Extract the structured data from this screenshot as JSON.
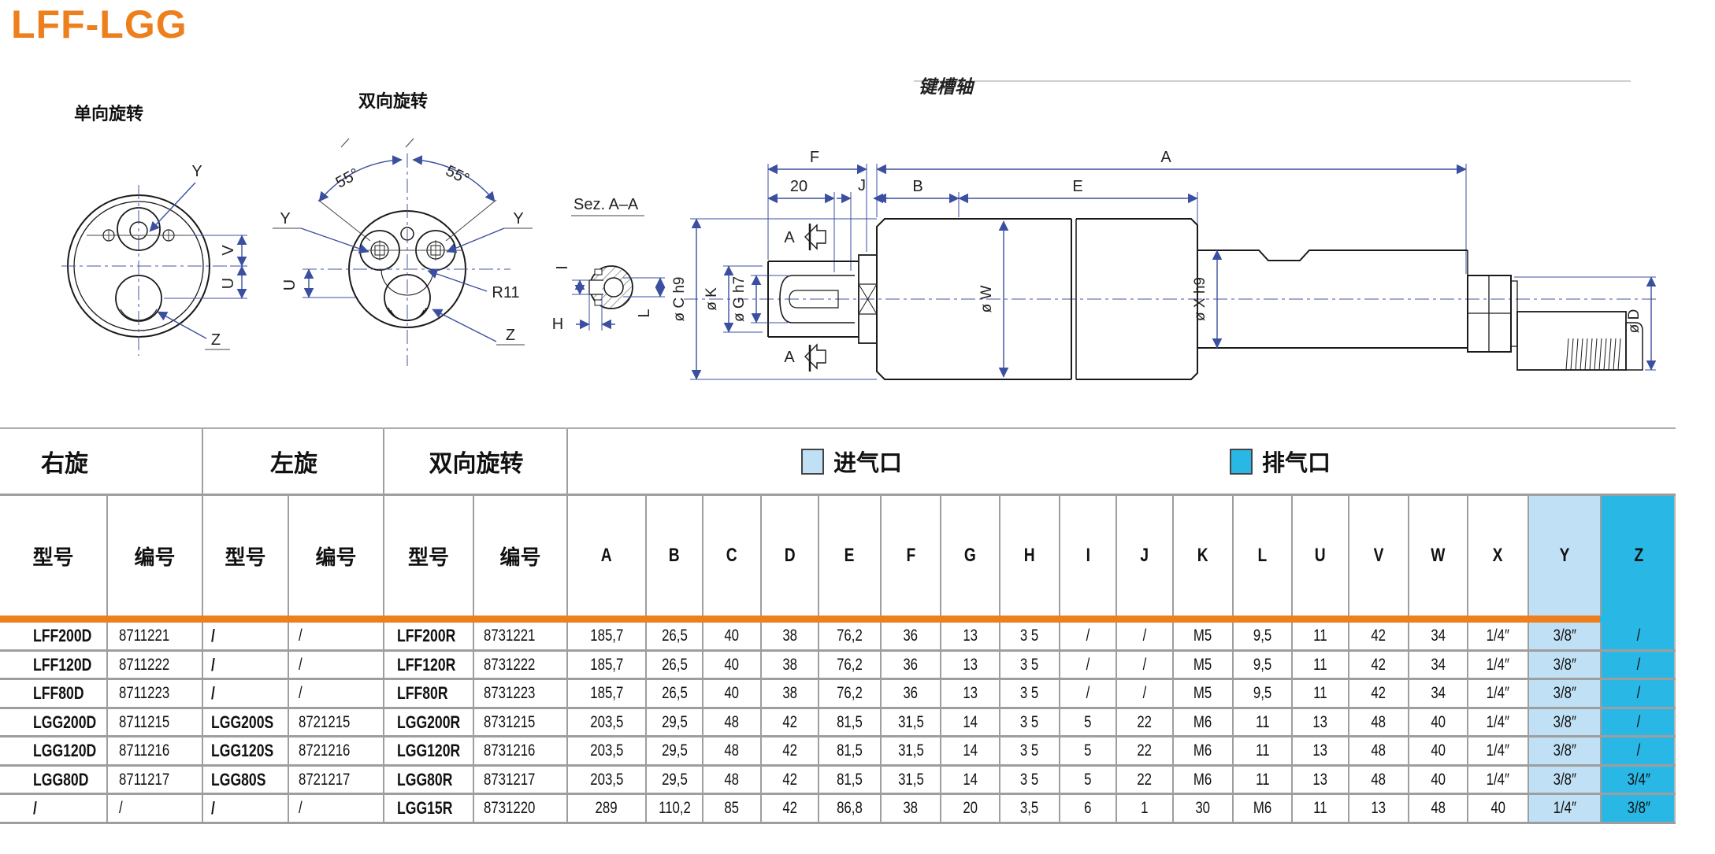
{
  "page": {
    "title": "LFF-LGG"
  },
  "drawings": {
    "single": {
      "title": "单向旋转",
      "y": "Y",
      "v": "V",
      "u": "U",
      "z": "Z"
    },
    "double": {
      "title": "双向旋转",
      "angle_left": "55°",
      "angle_right": "55°",
      "y_left": "Y",
      "y_right": "Y",
      "r11": "R11",
      "z": "Z",
      "u": "U"
    },
    "section": {
      "title": "Sez. A–A",
      "i": "I",
      "h": "H",
      "l": "L"
    },
    "side": {
      "title": "键槽轴",
      "dim_f": "F",
      "dim_20": "20",
      "dim_j": "J",
      "dim_b": "B",
      "dim_e": "E",
      "dim_a": "A",
      "dia_c": "ø C h9",
      "dia_k": "ø K",
      "dia_g": "ø G h7",
      "dia_w": "ø W",
      "dia_x": "ø X h9",
      "dia_d": "ø D",
      "section_mark_top": "A",
      "section_mark_bottom": "A"
    }
  },
  "legend": {
    "inlet_label": "进气口",
    "inlet_color": "#bfe0f5",
    "outlet_label": "排气口",
    "outlet_color": "#29b8e6"
  },
  "table": {
    "groups": [
      "右旋",
      "左旋",
      "双向旋转"
    ],
    "columns": [
      "型号",
      "编号",
      "型号",
      "编号",
      "型号",
      "编号",
      "A",
      "B",
      "C",
      "D",
      "E",
      "F",
      "G",
      "H",
      "I",
      "J",
      "K",
      "L",
      "U",
      "V",
      "W",
      "X",
      "Y",
      "Z"
    ],
    "rows": [
      [
        "LFF200D",
        "8711221",
        "/",
        "/",
        "LFF200R",
        "8731221",
        "185,7",
        "26,5",
        "40",
        "38",
        "76,2",
        "36",
        "13",
        "3 5",
        "/",
        "/",
        "M5",
        "9,5",
        "11",
        "42",
        "34",
        "1/4″",
        "3/8″",
        "/"
      ],
      [
        "LFF120D",
        "8711222",
        "/",
        "/",
        "LFF120R",
        "8731222",
        "185,7",
        "26,5",
        "40",
        "38",
        "76,2",
        "36",
        "13",
        "3 5",
        "/",
        "/",
        "M5",
        "9,5",
        "11",
        "42",
        "34",
        "1/4″",
        "3/8″",
        "/"
      ],
      [
        "LFF80D",
        "8711223",
        "/",
        "/",
        "LFF80R",
        "8731223",
        "185,7",
        "26,5",
        "40",
        "38",
        "76,2",
        "36",
        "13",
        "3 5",
        "/",
        "/",
        "M5",
        "9,5",
        "11",
        "42",
        "34",
        "1/4″",
        "3/8″",
        "/"
      ],
      [
        "LGG200D",
        "8711215",
        "LGG200S",
        "8721215",
        "LGG200R",
        "8731215",
        "203,5",
        "29,5",
        "48",
        "42",
        "81,5",
        "31,5",
        "14",
        "3 5",
        "5",
        "22",
        "M6",
        "11",
        "13",
        "48",
        "40",
        "1/4″",
        "3/8″",
        "/"
      ],
      [
        "LGG120D",
        "8711216",
        "LGG120S",
        "8721216",
        "LGG120R",
        "8731216",
        "203,5",
        "29,5",
        "48",
        "42",
        "81,5",
        "31,5",
        "14",
        "3 5",
        "5",
        "22",
        "M6",
        "11",
        "13",
        "48",
        "40",
        "1/4″",
        "3/8″",
        "/"
      ],
      [
        "LGG80D",
        "8711217",
        "LGG80S",
        "8721217",
        "LGG80R",
        "8731217",
        "203,5",
        "29,5",
        "48",
        "42",
        "81,5",
        "31,5",
        "14",
        "3 5",
        "5",
        "22",
        "M6",
        "11",
        "13",
        "48",
        "40",
        "1/4″",
        "3/8″",
        "3/4″"
      ],
      [
        "/",
        "/",
        "/",
        "/",
        "LGG15R",
        "8731220",
        "289",
        "110,2",
        "85",
        "42",
        "86,8",
        "38",
        "20",
        "3,5",
        "6",
        "1",
        "30",
        "M6",
        "11",
        "13",
        "48",
        "40",
        "1/4″",
        "3/8″"
      ]
    ]
  },
  "colors": {
    "accent_orange": "#ee7f1d",
    "y_column_bg": "#bfe0f5",
    "z_column_bg": "#29b8e6",
    "grid": "#9e9e9e",
    "dimension_blue": "#3b4fa0"
  }
}
